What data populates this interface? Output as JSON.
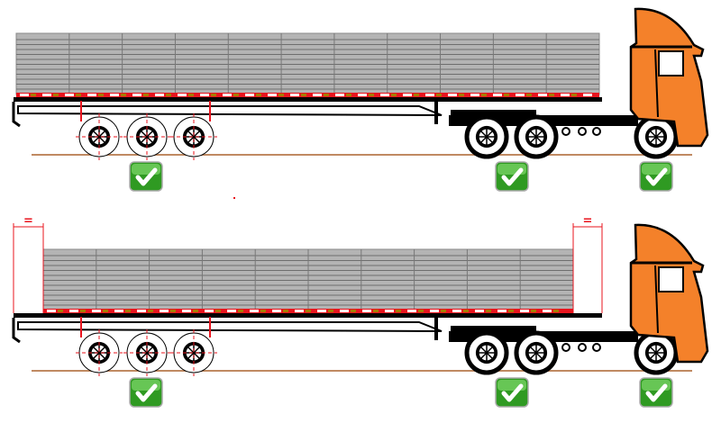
{
  "colors": {
    "cab": "#f4812a",
    "cargo": "#b4b4b4",
    "cargo_line": "#6e6e6e",
    "load_strip": "#e8141e",
    "load_strip_blocks": "#a87b00",
    "ground": "#c08a62",
    "check_ok": "#3caa2a",
    "dimension": "#e8141e"
  },
  "scenes": [
    {
      "name": "load-centered-full",
      "cargo_sections": 11,
      "dimension_marks": [],
      "checks": [
        {
          "position": "trailer-axles",
          "status": "ok",
          "icon": "check-icon"
        },
        {
          "position": "drive-axles",
          "status": "ok",
          "icon": "check-icon"
        },
        {
          "position": "steer-axle",
          "status": "ok",
          "icon": "check-icon"
        }
      ]
    },
    {
      "name": "load-centered-with-equal-overhang",
      "cargo_sections": 10,
      "dimension_marks": [
        {
          "side": "rear",
          "label": "="
        },
        {
          "side": "front",
          "label": "="
        }
      ],
      "checks": [
        {
          "position": "trailer-axles",
          "status": "ok",
          "icon": "check-icon"
        },
        {
          "position": "drive-axles",
          "status": "ok",
          "icon": "check-icon"
        },
        {
          "position": "steer-axle",
          "status": "ok",
          "icon": "check-icon"
        }
      ]
    }
  ]
}
